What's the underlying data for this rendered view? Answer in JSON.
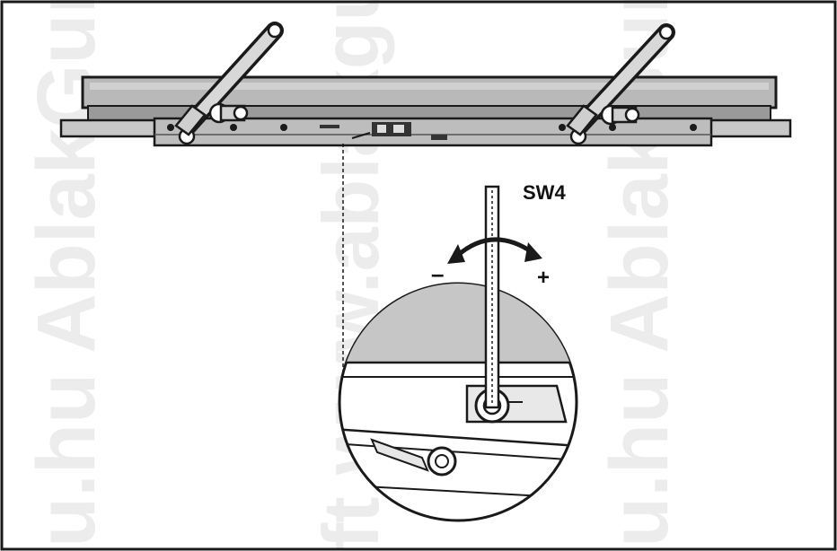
{
  "diagram": {
    "switch_label": "SW4",
    "minus_sign": "–",
    "plus_sign": "+",
    "watermark_left": "u.hu AblakGuru K",
    "watermark_center": "ft www.ablakguru",
    "watermark_right": "u.hu AblakGuru K"
  },
  "colors": {
    "ink": "#1a1a1a",
    "frame_fill": "#b9b9b9",
    "frame_dark": "#7a7a7a",
    "detail_fill": "#d9d9d9",
    "watermark": "#ececec"
  },
  "icons": {
    "adjust": "curved-double-arrow-icon",
    "hex_key": "hex-key-icon"
  }
}
